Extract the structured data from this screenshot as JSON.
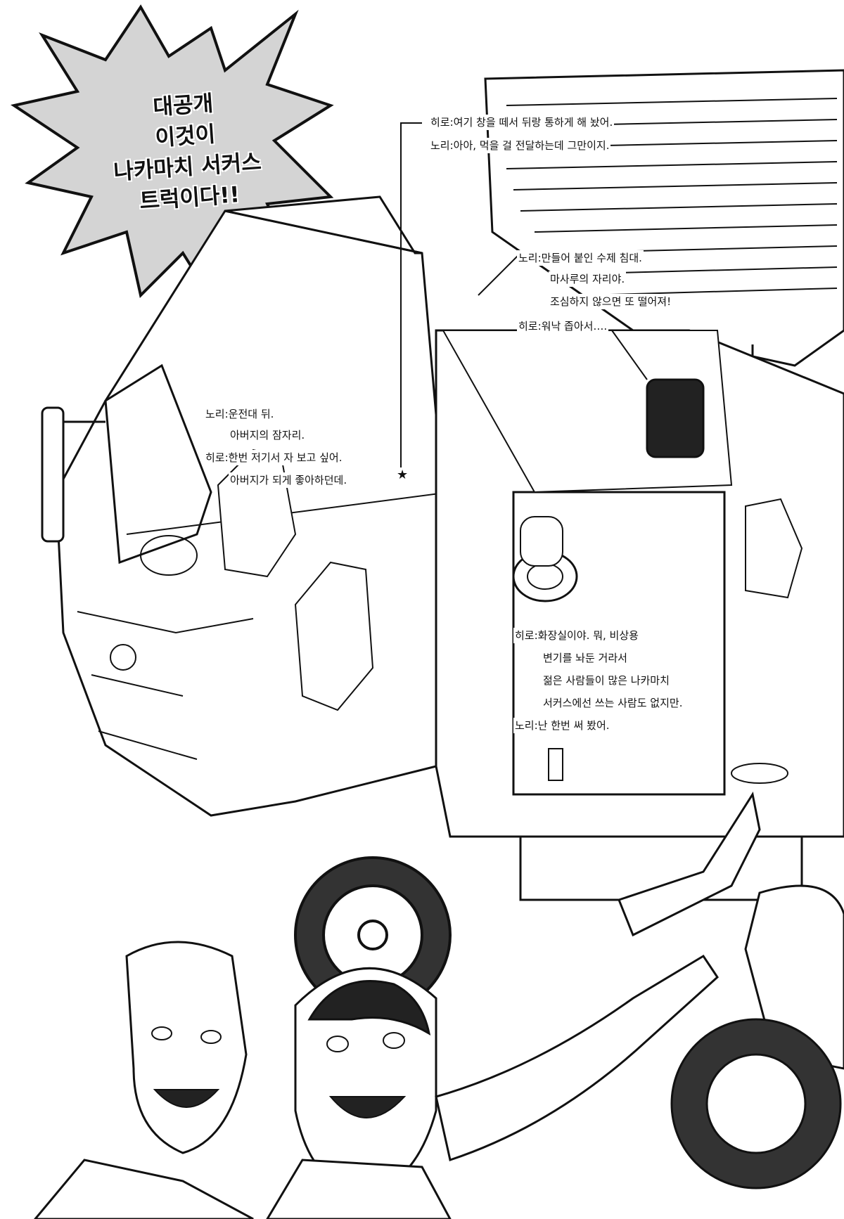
{
  "headline": {
    "lines": [
      "대공개",
      "이것이",
      "나카마치 서커스",
      "트럭이다!!"
    ]
  },
  "notes": {
    "window": [
      "히로:여기 창을 떼서 뒤랑 통하게 해 놨어.",
      "노리:아아, 먹을 걸 전달하는데 그만이지."
    ],
    "bed": [
      "노리:만들어 붙인 수제 침대.",
      "마사루의 자리야.",
      "조심하지 않으면 또 떨어져!"
    ],
    "bed_reply": "히로:워낙 좁아서….",
    "cab": [
      "노리:운전대 뒤.",
      "아버지의 잠자리.",
      "히로:한번 저기서 자 보고 싶어.",
      "아버지가 되게 좋아하던데."
    ],
    "toilet": [
      "히로:화장실이야. 뭐, 비상용",
      "변기를 놔둔 거라서",
      "젊은 사람들이 많은 나카마치",
      "서커스에선 쓰는 사람도 없지만.",
      "노리:난 한번 써 봤어."
    ]
  },
  "marker": "★"
}
